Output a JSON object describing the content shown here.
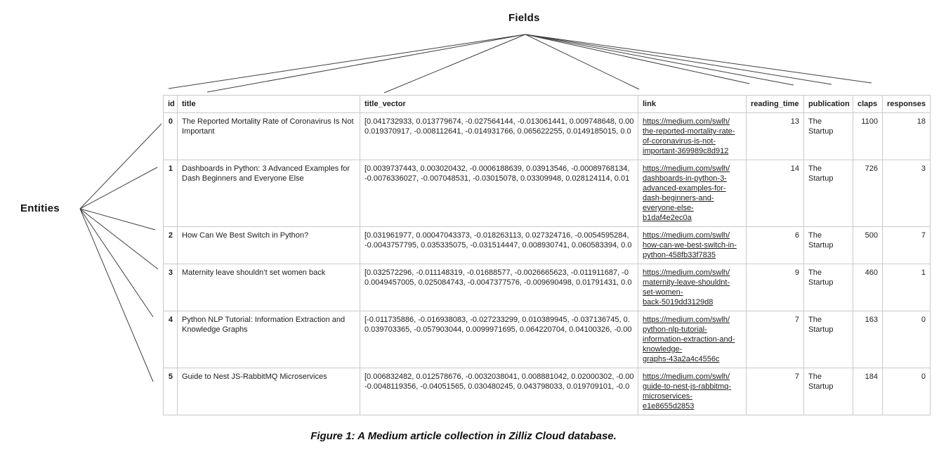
{
  "labels": {
    "fields": "Fields",
    "entities": "Entities"
  },
  "caption": "Figure 1: A Medium article collection in Zilliz Cloud database.",
  "colors": {
    "border": "#c9c9c9",
    "text": "#1d1d1f",
    "connector": "#3f3f3f"
  },
  "table": {
    "columns": [
      "id",
      "title",
      "title_vector",
      "link",
      "reading_time",
      "publication",
      "claps",
      "responses"
    ],
    "rows": [
      {
        "id": "0",
        "title": "The Reported Mortality Rate of Coronavirus Is Not Important",
        "vector_lines": [
          "[0.041732933, 0.013779674, -0.027564144, -0.013061441, 0.009748648, 0.00",
          "0.019370917, -0.008112641, -0.014931766, 0.065622255, 0.0149185015, 0.0"
        ],
        "link_lines": [
          "https://medium.com/swlh/",
          "the-reported-mortality-rate-",
          "of-coronavirus-is-not-",
          "important-369989c8d912"
        ],
        "reading_time": "13",
        "publication": "The Startup",
        "claps": "1100",
        "responses": "18"
      },
      {
        "id": "1",
        "title": "Dashboards in Python: 3 Advanced Examples for Dash Beginners and Everyone Else",
        "vector_lines": [
          "[0.0039737443, 0.003020432, -0.0006188639, 0.03913546, -0.00089768134,",
          "-0.0076336027, -0.007048531, -0.03015078, 0.03309948, 0.028124114, 0.01"
        ],
        "link_lines": [
          "https://medium.com/swlh/",
          "dashboards-in-python-3-",
          "advanced-examples-for-",
          "dash-beginners-and-",
          "everyone-else-",
          "b1daf4e2ec0a"
        ],
        "reading_time": "14",
        "publication": "The Startup",
        "claps": "726",
        "responses": "3"
      },
      {
        "id": "2",
        "title": "How Can We Best Switch in Python?",
        "vector_lines": [
          "[0.031961977, 0.00047043373, -0.018263113, 0.027324716, -0.0054595284,",
          "-0.0043757795, 0.035335075, -0.031514447, 0.008930741, 0.060583394, 0.0"
        ],
        "link_lines": [
          "https://medium.com/swlh/",
          "how-can-we-best-switch-in-",
          "python-458fb33f7835"
        ],
        "reading_time": "6",
        "publication": "The Startup",
        "claps": "500",
        "responses": "7"
      },
      {
        "id": "3",
        "title": "Maternity leave shouldn’t set women back",
        "vector_lines": [
          "[0.032572296, -0.011148319, -0.01688577, -0.0026665623, -0.011911687, -0",
          "0.0049457005, 0.025084743, -0.0047377576, -0.009690498, 0.01791431, 0.0"
        ],
        "link_lines": [
          "https://medium.com/swlh/",
          "maternity-leave-shouldnt-",
          "set-women-",
          "back-5019dd3129d8"
        ],
        "reading_time": "9",
        "publication": "The Startup",
        "claps": "460",
        "responses": "1"
      },
      {
        "id": "4",
        "title": "Python NLP Tutorial: Information Extraction and Knowledge Graphs",
        "vector_lines": [
          "[-0.011735886, -0.016938083, -0.027233299, 0.010389945, -0.037136745, 0.",
          "0.039703365, -0.057903044, 0.0099971695, 0.064220704, 0.04100326, -0.00"
        ],
        "link_lines": [
          "https://medium.com/swlh/",
          "python-nlp-tutorial-",
          "information-extraction-and-",
          "knowledge-",
          "graphs-43a2a4c4556c"
        ],
        "reading_time": "7",
        "publication": "The Startup",
        "claps": "163",
        "responses": "0"
      },
      {
        "id": "5",
        "title": "Guide to Nest JS-RabbitMQ Microservices",
        "vector_lines": [
          "[0.006832482, 0.012578676, -0.0032038041, 0.008881042, 0.02000302, -0.00",
          "-0.0048119356, -0.04051565, 0.030480245, 0.043798033, 0.019709101, -0.0"
        ],
        "link_lines": [
          "https://medium.com/swlh/",
          "guide-to-nest-js-rabbitmq-",
          "microservices-",
          "e1e8655d2853"
        ],
        "reading_time": "7",
        "publication": "The Startup",
        "claps": "184",
        "responses": "0"
      }
    ]
  }
}
